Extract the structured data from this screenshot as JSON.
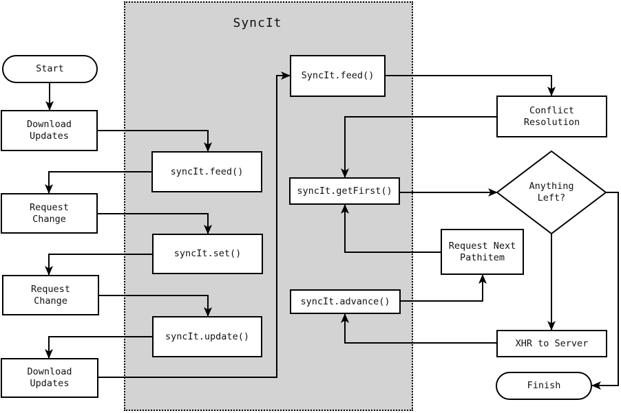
{
  "diagram": {
    "title": "SyncIt",
    "type": "flowchart",
    "colors": {
      "panel_fill": "#d3d3d3",
      "node_fill": "#ffffff",
      "stroke": "#000000",
      "background": "#ffffff"
    },
    "nodes": {
      "start": {
        "label": "Start",
        "shape": "stadium"
      },
      "download_updates_1": {
        "label": "Download\nUpdates",
        "shape": "rect"
      },
      "syncit_feed_lower": {
        "label": "syncIt.feed()",
        "shape": "rect"
      },
      "request_change_1": {
        "label": "Request\nChange",
        "shape": "rect"
      },
      "syncit_set": {
        "label": "syncIt.set()",
        "shape": "rect"
      },
      "request_change_2": {
        "label": "Request\nChange",
        "shape": "rect"
      },
      "syncit_update": {
        "label": "syncIt.update()",
        "shape": "rect"
      },
      "download_updates_2": {
        "label": "Download\nUpdates",
        "shape": "rect"
      },
      "syncit_feed_upper": {
        "label": "SyncIt.feed()",
        "shape": "rect"
      },
      "conflict_resolution": {
        "label": "Conflict\nResolution",
        "shape": "rect"
      },
      "syncit_getfirst": {
        "label": "syncIt.getFirst()",
        "shape": "rect"
      },
      "anything_left": {
        "label": "Anything\nLeft?",
        "shape": "diamond"
      },
      "request_next_pathitem": {
        "label": "Request Next\nPathitem",
        "shape": "rect"
      },
      "syncit_advance": {
        "label": "syncIt.advance()",
        "shape": "rect"
      },
      "xhr_to_server": {
        "label": "XHR to Server",
        "shape": "rect"
      },
      "finish": {
        "label": "Finish",
        "shape": "stadium"
      }
    },
    "edges": [
      {
        "from": "start",
        "to": "download_updates_1"
      },
      {
        "from": "download_updates_1",
        "to": "syncit_feed_lower"
      },
      {
        "from": "syncit_feed_lower",
        "to": "request_change_1"
      },
      {
        "from": "request_change_1",
        "to": "syncit_set"
      },
      {
        "from": "syncit_set",
        "to": "request_change_2"
      },
      {
        "from": "request_change_2",
        "to": "syncit_update"
      },
      {
        "from": "syncit_update",
        "to": "download_updates_2"
      },
      {
        "from": "download_updates_2",
        "to": "syncit_feed_upper"
      },
      {
        "from": "syncit_feed_upper",
        "to": "conflict_resolution"
      },
      {
        "from": "conflict_resolution",
        "to": "syncit_getfirst"
      },
      {
        "from": "syncit_getfirst",
        "to": "anything_left"
      },
      {
        "from": "request_next_pathitem",
        "to": "syncit_getfirst"
      },
      {
        "from": "syncit_advance",
        "to": "request_next_pathitem"
      },
      {
        "from": "anything_left",
        "to": "xhr_to_server"
      },
      {
        "from": "xhr_to_server",
        "to": "syncit_advance"
      },
      {
        "from": "anything_left",
        "to": "finish"
      }
    ]
  }
}
